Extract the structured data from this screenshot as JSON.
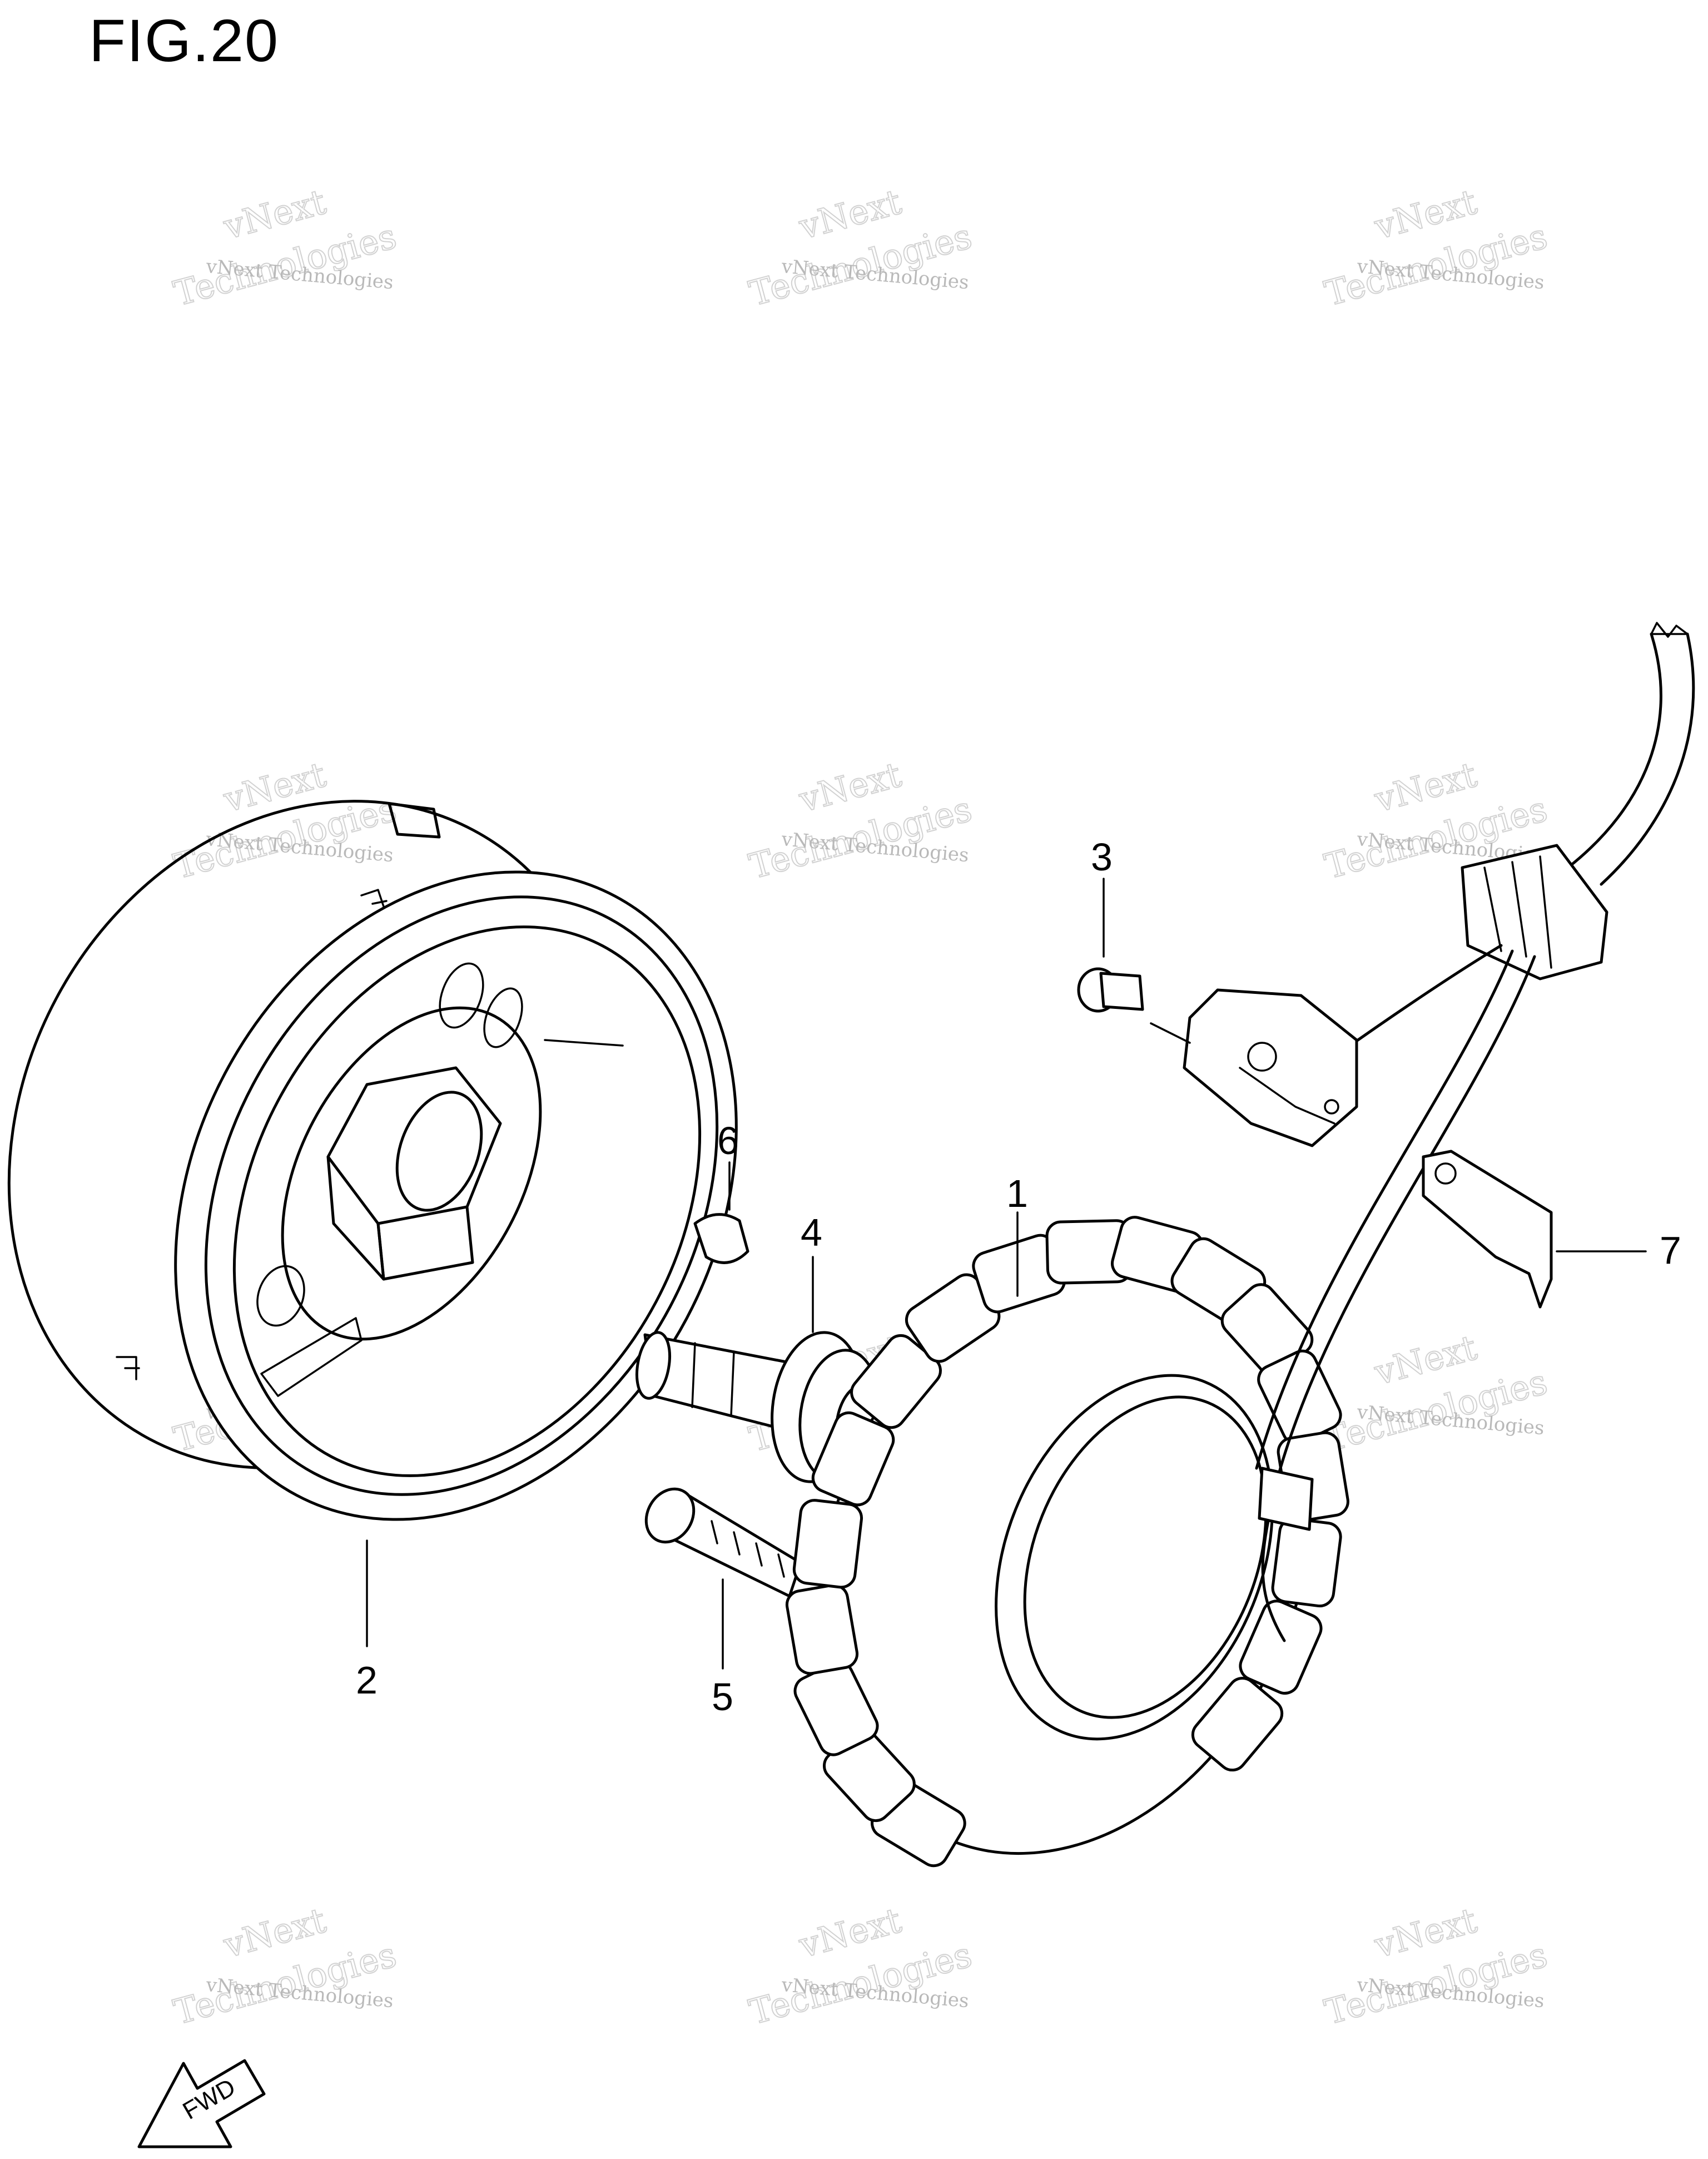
{
  "figure": {
    "title": "FIG.20"
  },
  "callouts": [
    {
      "id": "1",
      "label": "1"
    },
    {
      "id": "2",
      "label": "2"
    },
    {
      "id": "3",
      "label": "3"
    },
    {
      "id": "4",
      "label": "4"
    },
    {
      "id": "5",
      "label": "5"
    },
    {
      "id": "6",
      "label": "6"
    },
    {
      "id": "7",
      "label": "7"
    }
  ],
  "watermark": {
    "line1": "vNext Technologies",
    "line2": "vNext",
    "line3": "Technologies"
  },
  "fwd_label": "FWD"
}
